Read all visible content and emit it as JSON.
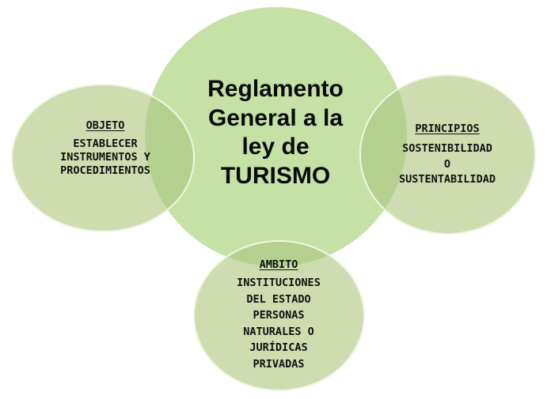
{
  "diagram": {
    "type": "concept-map",
    "colors": {
      "background": "#ffffff",
      "center_fill": "#c6e1a6",
      "satellite_fill": "#cfdcb0",
      "overlap_fill": "#b4d18f",
      "stroke": "#f4f8ec",
      "text": "#111111"
    },
    "center": {
      "title_lines": [
        "Reglamento",
        "General a la",
        "ley de",
        "TURISMO"
      ]
    },
    "nodes": [
      {
        "id": "objeto",
        "position": "left",
        "heading": "OBJETO",
        "lines": [
          "ESTABLECER",
          "INSTRUMENTOS Y",
          "PROCEDIMIENTOS"
        ]
      },
      {
        "id": "principios",
        "position": "right",
        "heading": "PRINCIPIOS",
        "lines": [
          "SOSTENIBILIDAD",
          "O",
          "SUSTENTABILIDAD"
        ]
      },
      {
        "id": "ambito",
        "position": "bottom",
        "heading": "AMBITO",
        "lines": [
          "INSTITUCIONES",
          "DEL ESTADO",
          "PERSONAS",
          "NATURALES O",
          "JURÍDICAS",
          "PRIVADAS"
        ]
      }
    ]
  }
}
